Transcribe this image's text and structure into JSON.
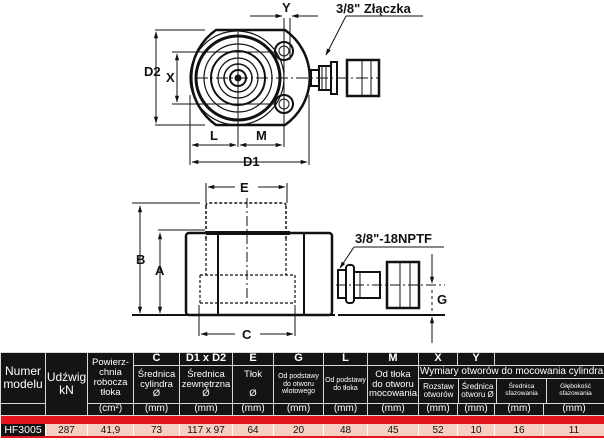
{
  "drawing": {
    "top_view_labels": {
      "y": "Y",
      "connector": "3/8\" Złączka",
      "d2": "D2",
      "x": "X",
      "l": "L",
      "m": "M",
      "d1": "D1"
    },
    "side_view_labels": {
      "e": "E",
      "b": "B",
      "a": "A",
      "thread": "3/8\"-18NPTF",
      "g": "G",
      "c": "C"
    }
  },
  "table": {
    "headers": {
      "model": "Numer modelu",
      "model_l1": "Numer",
      "model_l2": "modelu",
      "capacity_l1": "Udźwig",
      "capacity_l2": "kN",
      "area_l1": "Powierz-",
      "area_l2": "chnia",
      "area_l3": "robocza",
      "area_l4": "tłoka",
      "c_letter": "C",
      "c_l1": "Średnica",
      "c_l2": "cylindra",
      "c_l3": "Ø",
      "d_letter": "D1 x D2",
      "d_l1": "Średnica",
      "d_l2": "zewnętrzna",
      "d_l3": "Ø",
      "e_letter": "E",
      "e_l1": "Tłok",
      "e_l2": "Ø",
      "g_letter": "G",
      "g_l1": "Od podstawy",
      "g_l2": "do otworu",
      "g_l3": "wlotowego",
      "l_letter": "L",
      "l_l1": "Od podstawy",
      "l_l2": "do tłoka",
      "m_letter": "M",
      "m_l1": "Od tłoka",
      "m_l2": "do otworu",
      "m_l3": "mocowania",
      "x_letter": "X",
      "y_letter": "Y",
      "mount_group": "Wymiary otworów do mocowania cylindra",
      "x_l1": "Rozstaw",
      "x_l2": "otworów",
      "y_l1": "Średnica",
      "y_l2": "otworu Ø",
      "cs_l1": "Średnica",
      "cs_l2": "sfazowania",
      "cd_l1": "Głębokość",
      "cd_l2": "sfazowania"
    },
    "units": [
      "(cm²)",
      "(mm)",
      "(mm)",
      "(mm)",
      "(mm)",
      "(mm)",
      "(mm)",
      "(mm)",
      "(mm)",
      "(mm)",
      "(mm)"
    ],
    "rows": [
      {
        "model": "HF3005",
        "capacity": "287",
        "area": "41,9",
        "c": "73",
        "d1xd2": "117 x 97",
        "e": "64",
        "g": "20",
        "l": "48",
        "m": "45",
        "x": "52",
        "y": "10",
        "chamfer_diameter": "16",
        "chamfer_depth": "11"
      }
    ]
  },
  "colors": {
    "header_bg": "#141414",
    "accent_red": "#e3141b",
    "data_row_bg": "#f5cfc2"
  }
}
